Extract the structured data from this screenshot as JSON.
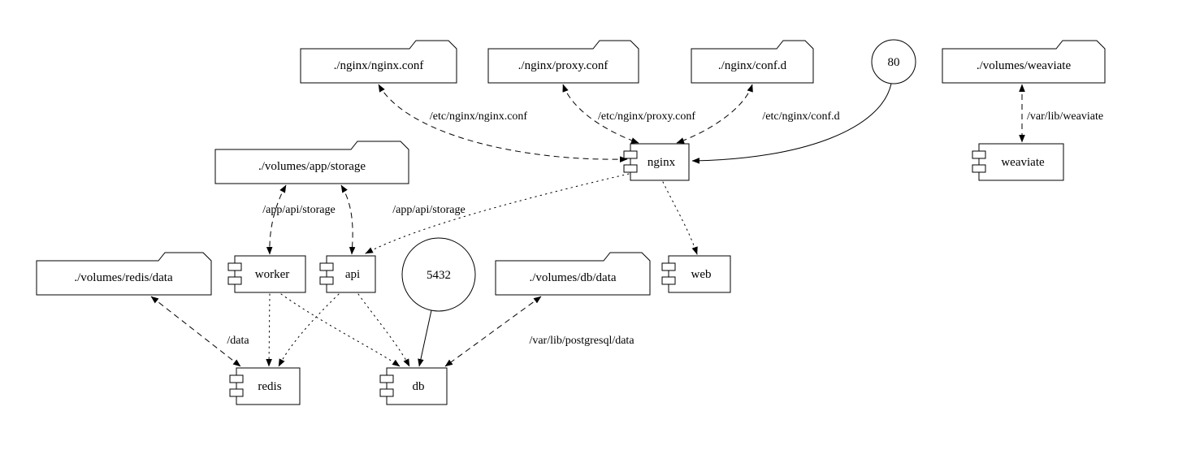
{
  "diagram_type": "docker-compose-service-graph",
  "colors": {
    "background": "#ffffff",
    "stroke": "#000000",
    "text": "#000000"
  },
  "nodes": {
    "nginx_conf": {
      "label": "./nginx/nginx.conf",
      "shape": "folder"
    },
    "proxy_conf": {
      "label": "./nginx/proxy.conf",
      "shape": "folder"
    },
    "conf_d": {
      "label": "./nginx/conf.d",
      "shape": "folder"
    },
    "port_80": {
      "label": "80",
      "shape": "circle"
    },
    "volumes_weaviate": {
      "label": "./volumes/weaviate",
      "shape": "folder"
    },
    "volumes_app_storage": {
      "label": "./volumes/app/storage",
      "shape": "folder"
    },
    "nginx": {
      "label": "nginx",
      "shape": "component"
    },
    "weaviate": {
      "label": "weaviate",
      "shape": "component"
    },
    "volumes_redis_data": {
      "label": "./volumes/redis/data",
      "shape": "folder"
    },
    "worker": {
      "label": "worker",
      "shape": "component"
    },
    "api": {
      "label": "api",
      "shape": "component"
    },
    "port_5432": {
      "label": "5432",
      "shape": "circle"
    },
    "volumes_db_data": {
      "label": "./volumes/db/data",
      "shape": "folder"
    },
    "web": {
      "label": "web",
      "shape": "component"
    },
    "redis": {
      "label": "redis",
      "shape": "component"
    },
    "db": {
      "label": "db",
      "shape": "component"
    }
  },
  "edges": {
    "nginx_to_nginx_conf": {
      "from": "nginx",
      "to": "./nginx/nginx.conf",
      "label": "/etc/nginx/nginx.conf",
      "style": "dashed-bidirectional"
    },
    "nginx_to_proxy_conf": {
      "from": "nginx",
      "to": "./nginx/proxy.conf",
      "label": "/etc/nginx/proxy.conf",
      "style": "dashed-bidirectional"
    },
    "nginx_to_conf_d": {
      "from": "nginx",
      "to": "./nginx/conf.d",
      "label": "/etc/nginx/conf.d",
      "style": "dashed-bidirectional"
    },
    "port80_to_nginx": {
      "from": "80",
      "to": "nginx",
      "label": "",
      "style": "solid"
    },
    "weaviate_volume": {
      "from": "weaviate",
      "to": "./volumes/weaviate",
      "label": "/var/lib/weaviate",
      "style": "dashed-bidirectional"
    },
    "worker_storage": {
      "from": "worker",
      "to": "./volumes/app/storage",
      "label": "/app/api/storage",
      "style": "dashed-bidirectional"
    },
    "api_storage": {
      "from": "api",
      "to": "./volumes/app/storage",
      "label": "/app/api/storage",
      "style": "dashed-bidirectional"
    },
    "redis_volume": {
      "from": "redis",
      "to": "./volumes/redis/data",
      "label": "/data",
      "style": "dashed-bidirectional"
    },
    "db_volume": {
      "from": "db",
      "to": "./volumes/db/data",
      "label": "/var/lib/postgresql/data",
      "style": "dashed-bidirectional"
    },
    "nginx_dep_api": {
      "from": "nginx",
      "to": "api",
      "label": "",
      "style": "dotted"
    },
    "nginx_dep_web": {
      "from": "nginx",
      "to": "web",
      "label": "",
      "style": "dotted"
    },
    "worker_dep_redis": {
      "from": "worker",
      "to": "redis",
      "label": "",
      "style": "dotted"
    },
    "worker_dep_db": {
      "from": "worker",
      "to": "db",
      "label": "",
      "style": "dotted"
    },
    "api_dep_redis": {
      "from": "api",
      "to": "redis",
      "label": "",
      "style": "dotted"
    },
    "api_dep_db": {
      "from": "api",
      "to": "db",
      "label": "",
      "style": "dotted"
    },
    "port5432_to_db": {
      "from": "5432",
      "to": "db",
      "label": "",
      "style": "solid"
    }
  }
}
